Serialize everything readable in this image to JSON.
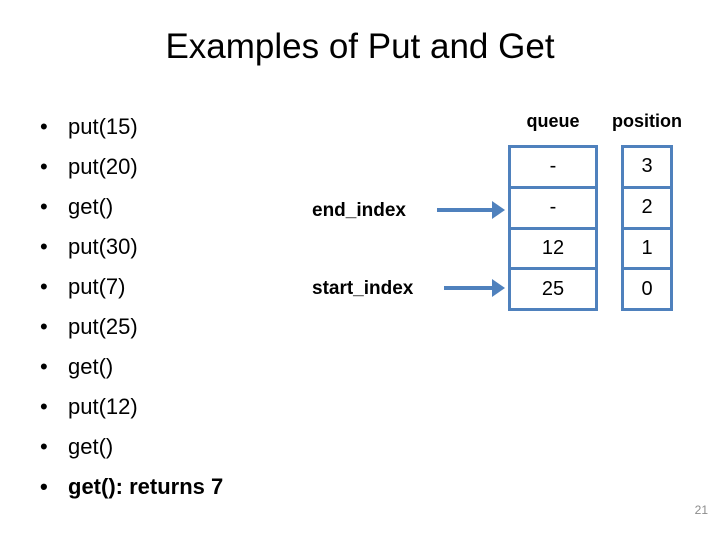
{
  "slide": {
    "title": "Examples of Put and Get",
    "page_number": "21"
  },
  "colors": {
    "accent_blue": "#4f81bd",
    "text": "#000000",
    "page_number_gray": "#8c8c8c",
    "background": "#ffffff"
  },
  "bullets": [
    {
      "label": "put(15)"
    },
    {
      "label": "put(20)"
    },
    {
      "label": "get()"
    },
    {
      "label": "put(30)"
    },
    {
      "label": "put(7)"
    },
    {
      "label": "put(25)"
    },
    {
      "label": "get()"
    },
    {
      "label": "put(12)"
    },
    {
      "label": "get()"
    },
    {
      "label": "get(): returns 7"
    }
  ],
  "diagram": {
    "queue_header": "queue",
    "position_header": "position",
    "queue_values": [
      "-",
      "-",
      "12",
      "25"
    ],
    "position_values": [
      "3",
      "2",
      "1",
      "0"
    ],
    "end_index_label": "end_index",
    "start_index_label": "start_index"
  }
}
